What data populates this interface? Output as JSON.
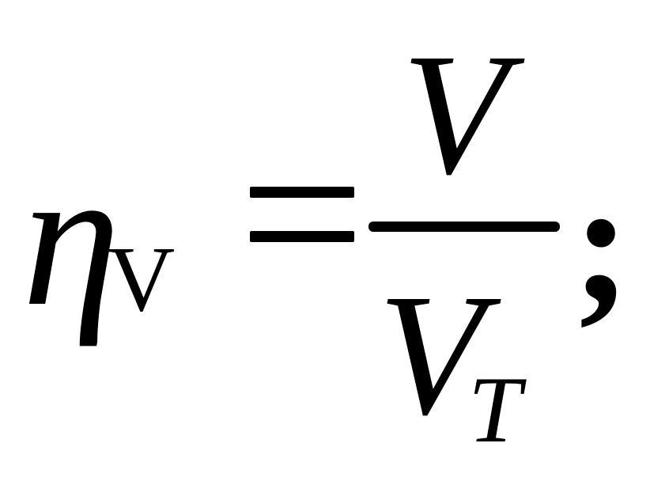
{
  "formula": {
    "lhs_symbol": "η",
    "lhs_subscript": "V",
    "relation": "=",
    "numerator": "V",
    "denominator": "V",
    "denominator_subscript": "T",
    "terminator": ";"
  }
}
